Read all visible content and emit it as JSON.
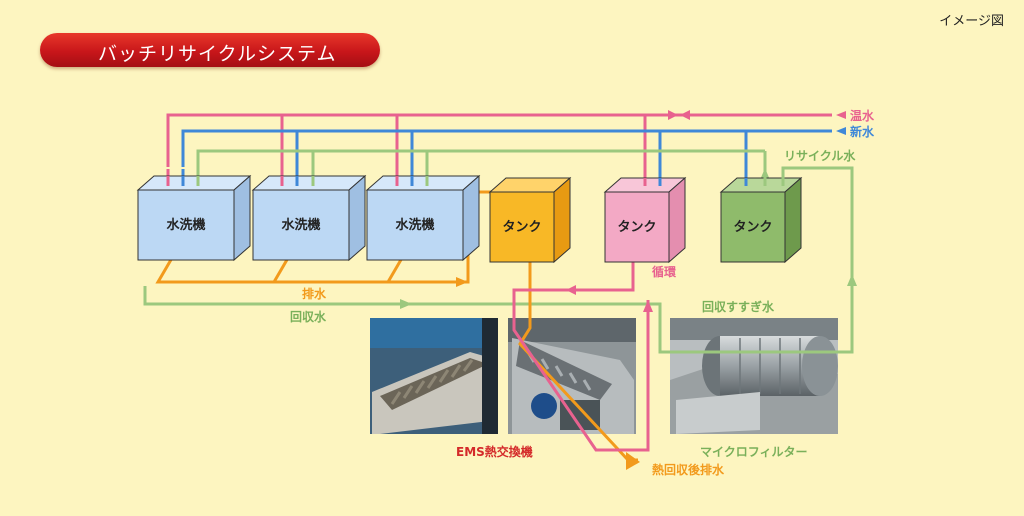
{
  "page": {
    "title": "バッチリサイクルシステム",
    "image_label": "イメージ図"
  },
  "supply_lines": {
    "warm_water": "温水",
    "fresh_water": "新水",
    "recycled_water": "リサイクル水"
  },
  "units": {
    "washer_1": "水洗機",
    "washer_2": "水洗機",
    "washer_3": "水洗機",
    "tank_1": "タンク",
    "tank_2": "タンク",
    "tank_3": "タンク"
  },
  "flow_labels": {
    "drain": "排水",
    "recovered_water": "回収水",
    "circulation": "循環",
    "recovered_rinse": "回収すすぎ水",
    "drain_after_heat_recovery": "熱回収後排水"
  },
  "photos": {
    "ems_caption": "EMS熱交換機",
    "filter_caption": "マイクロフィルター"
  },
  "colors": {
    "pink": "#e8628f",
    "blue": "#3f88d8",
    "green": "#9cc87e",
    "orange": "#f29a1c",
    "label_red": "#d42a2a"
  }
}
